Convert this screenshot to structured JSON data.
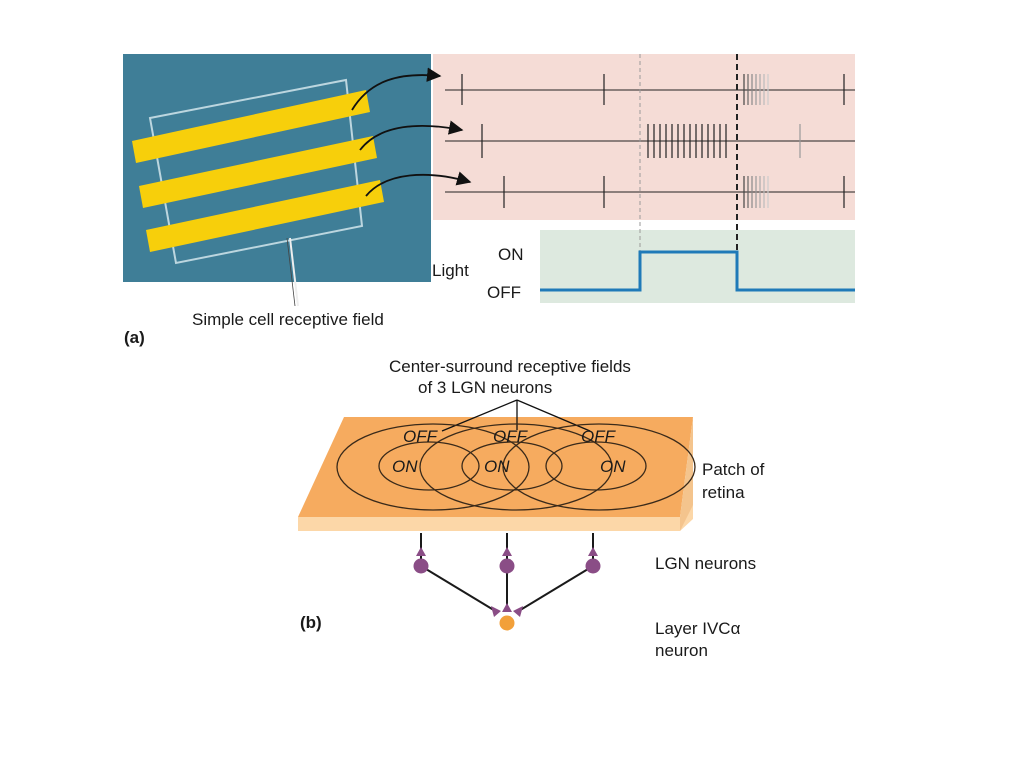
{
  "panel_a": {
    "tag": "(a)",
    "receptive_field_label": "Simple cell receptive field",
    "light_label": "Light",
    "on_label": "ON",
    "off_label": "OFF",
    "colors": {
      "field_bg": "#3f7e97",
      "bar_fill": "#f7cf0b",
      "spike_bg": "#f5dcd6",
      "light_bg": "#dde9df",
      "trace": "#1f7ab8"
    }
  },
  "panel_b": {
    "tag": "(b)",
    "rf_caption_line1": "Center-surround receptive fields",
    "rf_caption_line2": "of 3 LGN neurons",
    "off_label": "OFF",
    "on_label": "ON",
    "patch_label_line1": "Patch of",
    "patch_label_line2": "retina",
    "lgn_label": "LGN neurons",
    "layer_label_line1": "Layer IVCα",
    "layer_label_line2": "neuron",
    "colors": {
      "retina_top": "#f6ab5f",
      "retina_edge": "#fcd7a8",
      "lgn_neuron": "#8a4d86",
      "target_neuron": "#f2a03a"
    }
  }
}
